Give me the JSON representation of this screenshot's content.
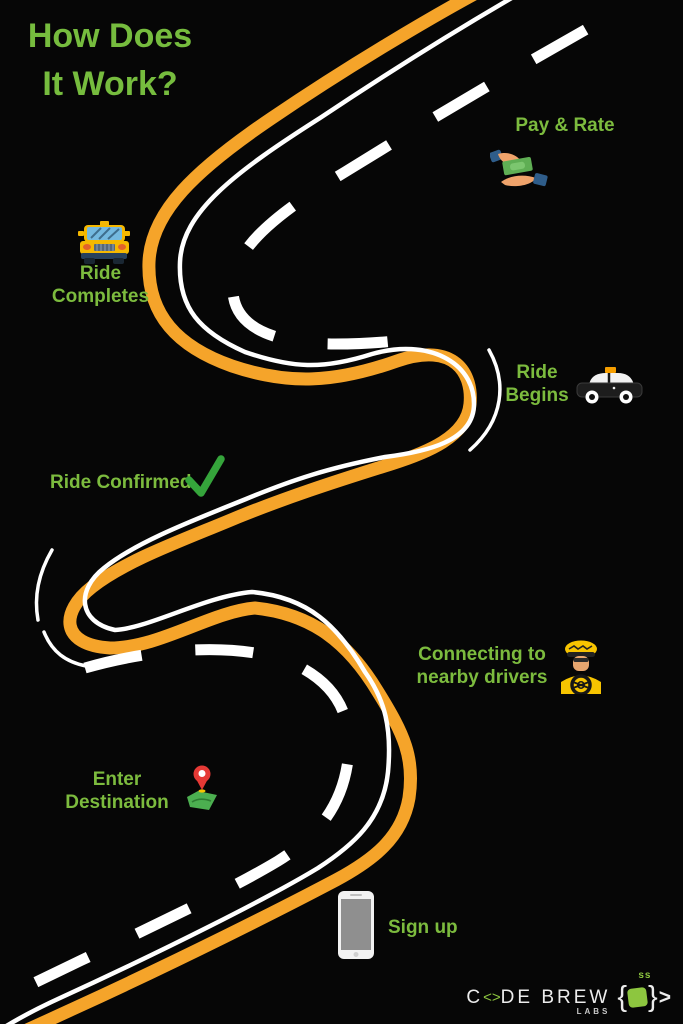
{
  "title": {
    "line1": "How Does",
    "line2": "It Work?"
  },
  "steps": {
    "sign_up": {
      "label": "Sign up",
      "icon": "smartphone-icon"
    },
    "enter_destination": {
      "line1": "Enter",
      "line2": "Destination",
      "icon": "map-pin-icon"
    },
    "connecting": {
      "line1": "Connecting to",
      "line2": "nearby drivers",
      "icon": "driver-icon"
    },
    "ride_confirmed": {
      "label": "Ride Confirmed",
      "icon": "checkmark-icon"
    },
    "ride_begins": {
      "line1": "Ride",
      "line2": "Begins",
      "icon": "taxi-side-icon"
    },
    "ride_completes": {
      "line1": "Ride",
      "line2": "Completes",
      "icon": "taxi-front-icon"
    },
    "pay_rate": {
      "label": "Pay & Rate",
      "icon": "hands-money-icon"
    }
  },
  "logo": {
    "c": "C",
    "angle": "<>",
    "rest": "DE BREW",
    "labs": "LABS",
    "steam": "ss"
  },
  "colors": {
    "background": "#060606",
    "road_orange": "#F5A42A",
    "road_white": "#FFFFFF",
    "text_green": "#7CBB3E",
    "title_green": "#76BC3E",
    "check_green": "#35A43B",
    "logo_green": "#8DC63F"
  }
}
